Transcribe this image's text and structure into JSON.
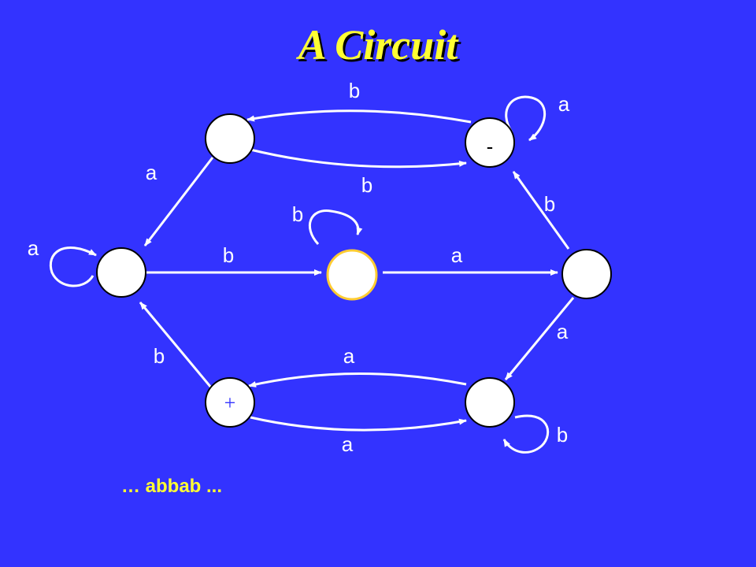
{
  "title": "A Circuit",
  "caption": "… abbab ...",
  "colors": {
    "background": "#3333ff",
    "title": "#ffff33",
    "node_fill": "#ffffff",
    "highlight_border": "#ffcc33",
    "edge": "#ffffff"
  },
  "states": [
    {
      "id": "top-left",
      "mark": ""
    },
    {
      "id": "start",
      "mark": "-"
    },
    {
      "id": "left",
      "mark": ""
    },
    {
      "id": "center",
      "mark": "",
      "highlighted": true
    },
    {
      "id": "right",
      "mark": ""
    },
    {
      "id": "final",
      "mark": "+"
    },
    {
      "id": "bottom-right",
      "mark": ""
    }
  ],
  "edges": [
    {
      "from": "start",
      "to": "top-left",
      "label": "b"
    },
    {
      "from": "top-left",
      "to": "start",
      "label": "b"
    },
    {
      "from": "start",
      "to": "start",
      "label": "a"
    },
    {
      "from": "top-left",
      "to": "left",
      "label": "a"
    },
    {
      "from": "right",
      "to": "start",
      "label": "b"
    },
    {
      "from": "center",
      "to": "center",
      "label": "b"
    },
    {
      "from": "left",
      "to": "left",
      "label": "a"
    },
    {
      "from": "left",
      "to": "center",
      "label": "b"
    },
    {
      "from": "center",
      "to": "right",
      "label": "a"
    },
    {
      "from": "right",
      "to": "bottom-right",
      "label": "a"
    },
    {
      "from": "final",
      "to": "left",
      "label": "b"
    },
    {
      "from": "bottom-right",
      "to": "final",
      "label": "a"
    },
    {
      "from": "final",
      "to": "bottom-right",
      "label": "a"
    },
    {
      "from": "bottom-right",
      "to": "bottom-right",
      "label": "b"
    }
  ]
}
